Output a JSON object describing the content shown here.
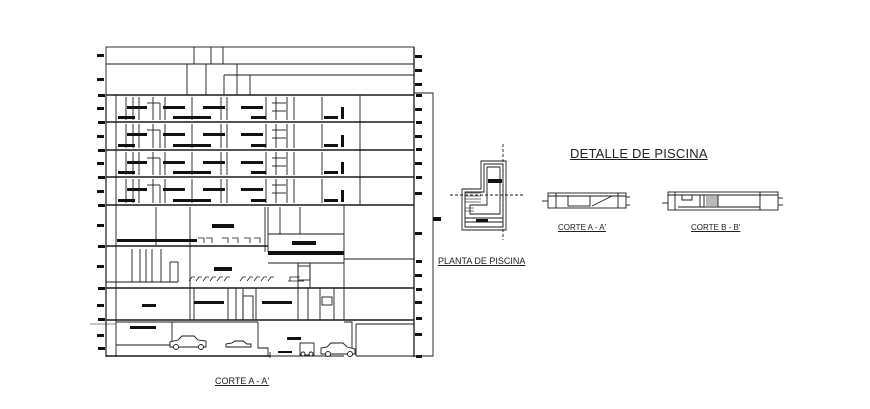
{
  "drawing": {
    "title_detail": "DETALLE DE PISCINA",
    "labels": {
      "main_section": "CORTE A - A'",
      "pool_plan": "PLANTA DE PISCINA",
      "pool_section_a": "CORTE A - A'",
      "pool_section_b": "CORTE B - B'"
    },
    "colors": {
      "line": "#1a1a1a",
      "background": "#ffffff",
      "fill_dark": "#111111"
    },
    "building": {
      "upper_residential_floors": 4,
      "rooftop_levels": 2,
      "commercial_levels": 2,
      "ground_level": 1,
      "basement_parking": 1,
      "parked_cars": 4
    }
  }
}
